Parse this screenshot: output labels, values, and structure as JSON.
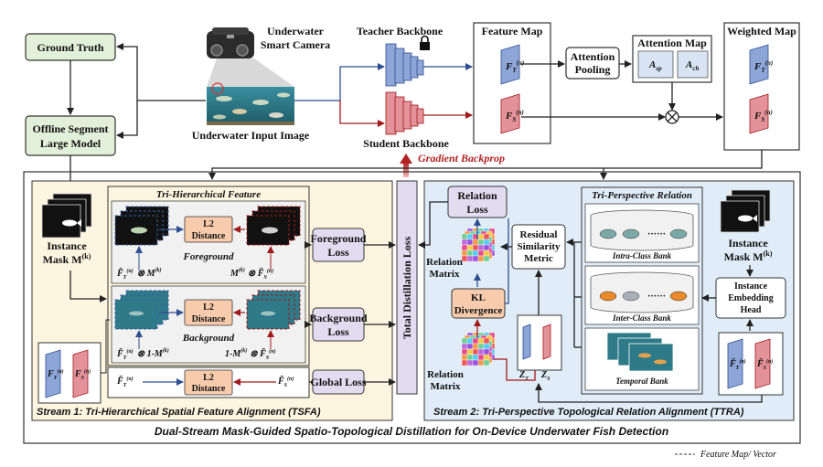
{
  "top": {
    "ground_truth": "Ground Truth",
    "offline_segment": [
      "Offline Segment",
      "Large Model"
    ],
    "camera": [
      "Underwater",
      "Smart Camera"
    ],
    "input_image": "Underwater Input Image",
    "teacher_backbone": "Teacher Backbone",
    "student_backbone": "Student Backbone",
    "feature_map": "Feature Map",
    "attention_pooling": [
      "Attention",
      "Pooling"
    ],
    "attention_map": "Attention Map",
    "a_sp": "A",
    "a_sp_sub": "sp",
    "a_ch": "A",
    "a_ch_sub": "ch",
    "weighted_map": "Weighted Map",
    "gradient_backprop": "Gradient Backprop",
    "ft": "F",
    "ft_sub": "T",
    "fs_sub": "S",
    "n_sup": "(n)"
  },
  "stream1": {
    "title": "Stream 1: Tri-Hierarchical Spatial Feature Alignment (TSFA)",
    "tri_hier": "Tri-Hierarchical Feature",
    "instance_mask": [
      "Instance",
      "Mask M"
    ],
    "mask_sup": "(k)",
    "l2_distance": [
      "L2",
      "Distance"
    ],
    "foreground": "Foreground",
    "background": "Background",
    "fg_left": "⊗ M",
    "fg_right": "M",
    "bg_left": "⊗ 1-M",
    "bg_right": "1-M",
    "foreground_loss": [
      "Foreground",
      "Loss"
    ],
    "background_loss": [
      "Background",
      "Loss"
    ],
    "global_loss": "Global Loss"
  },
  "total_loss": "Total Distillation Loss",
  "stream2": {
    "title": "Stream 2: Tri-Perspective Topological Relation Alignment (TTRA)",
    "tri_persp": "Tri-Perspective Relation",
    "relation_loss": [
      "Relation",
      "Loss"
    ],
    "relation_matrix": [
      "Relation",
      "Matrix"
    ],
    "kl_divergence": [
      "KL",
      "Divergence"
    ],
    "residual_metric": [
      "Residual",
      "Similarity",
      "Metric"
    ],
    "intra_bank": "Intra-Class Bank",
    "inter_bank": "Inter-Class Bank",
    "temporal_bank": "Temporal Bank",
    "instance_mask": [
      "Instance",
      "Mask M"
    ],
    "mask_sup": "(k)",
    "embedding_head": [
      "Instance",
      "Embedding",
      "Head"
    ],
    "z": "Z",
    "z_t": "T",
    "z_s": "S"
  },
  "caption": "Dual-Stream Mask-Guided Spatio-Topological Distillation for On-Device Underwater Fish Detection",
  "legend": "Feature Map/ Vector",
  "colors": {
    "teacher": "#8ea5d8",
    "student": "#e3929a",
    "green": "#e2f0d9",
    "stream1_bg": "#fdf5e0",
    "stream2_bg": "#e0ecf7",
    "lavender": "#e3dcf0",
    "peach": "#f8cbad",
    "gradient": "#b22222"
  }
}
